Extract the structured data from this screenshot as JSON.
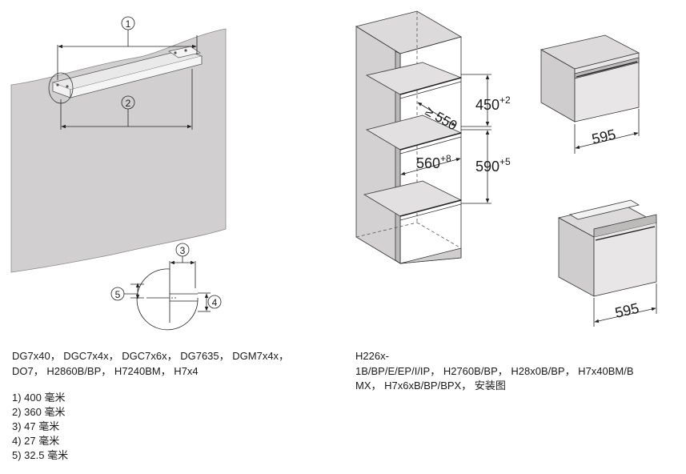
{
  "left_figure": {
    "callouts": [
      "1",
      "2",
      "3",
      "4",
      "5"
    ],
    "models_line1": "DG7x40， DGC7x4x， DGC7x6x， DG7635， DGM7x4x，",
    "models_line2": "DO7， H2860B/BP， H7240BM， H7x4",
    "dimensions": [
      "1) 400 毫米",
      "2) 360 毫米",
      "3) 47 毫米",
      "4) 27 毫米",
      "5) 32.5 毫米"
    ]
  },
  "right_figure": {
    "dim_depth": "≥ 550",
    "dim_upper_height": "450",
    "dim_upper_tolerance": "+2",
    "dim_lower_height": "590",
    "dim_lower_tolerance": "+5",
    "dim_width": "560",
    "dim_width_tolerance": "+8",
    "appliance_top_width": "595",
    "appliance_bottom_width": "595",
    "models_line1": "H226x-",
    "models_line2": "1B/BP/E/EP/I/IP， H2760B/BP， H28x0B/BP， H7x40BM/B",
    "models_line3": "MX， H7x6xB/BP/BPX， 安装图"
  }
}
